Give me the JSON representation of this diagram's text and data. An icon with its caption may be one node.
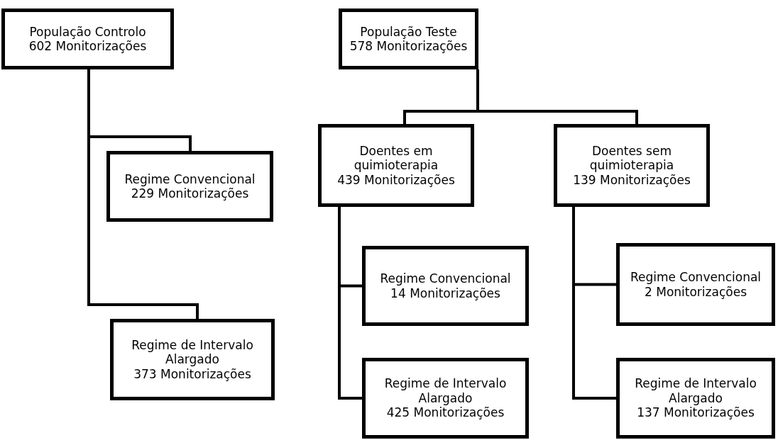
{
  "diagram": {
    "nodes": [
      {
        "text": [
          "População Controlo",
          "602 Monitorizações"
        ]
      },
      {
        "text": [
          "Regime Convencional",
          "229 Monitorizações"
        ]
      },
      {
        "text": [
          "Regime de Intervalo Alargado",
          "373 Monitorizações"
        ]
      },
      {
        "text": [
          "População Teste",
          "578 Monitorizações"
        ]
      },
      {
        "text": [
          "Doentes em quimioterapia",
          "439 Monitorizações"
        ]
      },
      {
        "text": [
          "Doentes sem quimioterapia",
          "139 Monitorizações"
        ]
      },
      {
        "text": [
          "Regime Convencional",
          "14 Monitorizações"
        ]
      },
      {
        "text": [
          "Regime de Intervalo Alargado",
          "425 Monitorizações"
        ]
      },
      {
        "text": [
          "Regime Convencional",
          "2 Monitorizações"
        ]
      },
      {
        "text": [
          "Regime de Intervalo Alargado",
          "137 Monitorizações"
        ]
      }
    ],
    "edges": [
      {
        "from": 0,
        "to": 1,
        "arrow": "none"
      },
      {
        "from": 0,
        "to": 2,
        "arrow": "none"
      },
      {
        "from": 3,
        "to": 4,
        "arrow": "none"
      },
      {
        "from": 3,
        "to": 5,
        "arrow": "none"
      },
      {
        "from": 4,
        "to": 6,
        "arrow": "none"
      },
      {
        "from": 4,
        "to": 7,
        "arrow": "none"
      },
      {
        "from": 5,
        "to": 8,
        "arrow": "none"
      },
      {
        "from": 5,
        "to": 9,
        "arrow": "none"
      }
    ]
  }
}
